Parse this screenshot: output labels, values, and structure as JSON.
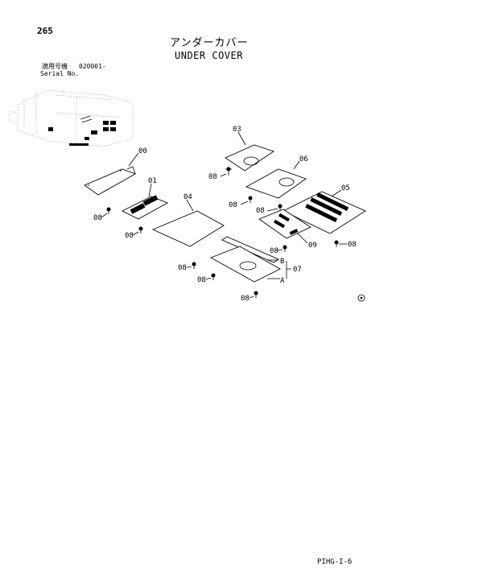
{
  "page": {
    "number": "265",
    "title_jp": "アンダーカバー",
    "title_en": "UNDER COVER",
    "serial_label_jp": "適用号機",
    "serial_range": "020001-",
    "serial_label_en": "Serial No.",
    "footer_code": "PIHG-I-6"
  },
  "diagram": {
    "part_labels": {
      "p00": "00",
      "p01": "01",
      "p03": "03",
      "p04": "04",
      "p05": "05",
      "p06": "06",
      "p07": "07",
      "p09": "09",
      "b08": "08"
    },
    "marks": {
      "a": "A",
      "b": "B"
    },
    "icons": [
      "bolt-icon",
      "copyright-mark-icon",
      "machine-overview-sketch"
    ]
  }
}
